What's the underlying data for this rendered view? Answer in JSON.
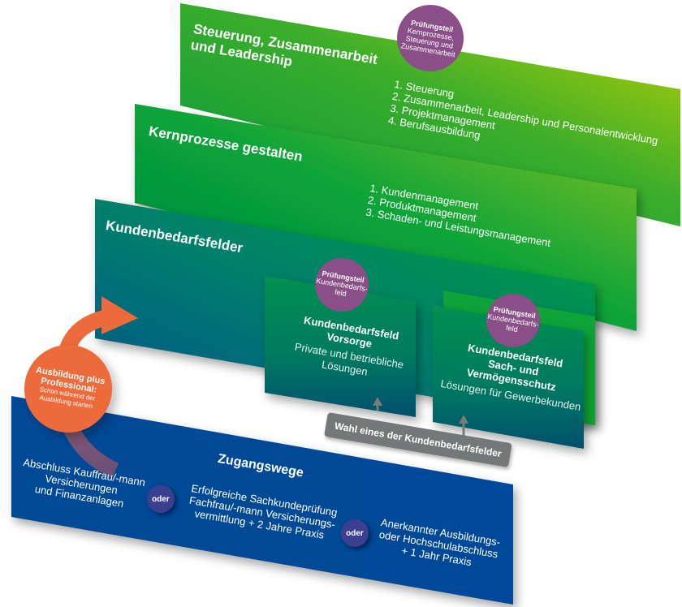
{
  "panels": {
    "steuerung": {
      "title_line1": "Steuerung, Zusammenarbeit",
      "title_line2": "und Leadership",
      "items": [
        "1. Steuerung",
        "2. Zusammenarbeit, Leadership und Personalentwicklung",
        "3. Projektmanagement",
        "4. Berufsausbildung"
      ],
      "badge": {
        "heading": "Prüfungsteil",
        "line1": "Kernprozesse,",
        "line2": "Steuerung und",
        "line3": "Zusammenarbeit"
      }
    },
    "kernprozesse": {
      "title": "Kernprozesse gestalten",
      "items": [
        "1. Kundenmanagement",
        "2. Produktmanagement",
        "3. Schaden- und Leistungsmanagement"
      ]
    },
    "kundenbedarfsfelder": {
      "title": "Kundenbedarfsfelder",
      "cards": [
        {
          "badge": {
            "heading": "Prüfungsteil",
            "line1": "Kundenbedarfs-",
            "line2": "feld"
          },
          "title_line1": "Kundenbedarfsfeld",
          "title_line2": "Vorsorge",
          "sub_line1": "Private und betriebliche",
          "sub_line2": "Lösungen"
        },
        {
          "badge": {
            "heading": "Prüfungsteil",
            "line1": "Kundenbedarfs-",
            "line2": "feld"
          },
          "title_line1": "Kundenbedarfsfeld",
          "title_line2": "Sach- und",
          "title_line3": "Vermögensschutz",
          "sub_line1": "Lösungen für Gewerbekunden"
        }
      ],
      "selector_label": "Wahl eines der Kundenbedarfsfelder"
    },
    "zugangswege": {
      "title": "Zugangswege",
      "paths": [
        {
          "line1": "Abschluss Kauffrau/-mann",
          "line2": "Versicherungen",
          "line3": "und Finanzanlagen"
        },
        {
          "line1": "Erfolgreiche Sachkundeprüfung",
          "line2": "Fachfrau/-mann Versicherungs-",
          "line3": "vermittlung + 2 Jahre Praxis"
        },
        {
          "line1": "Anerkannter Ausbildungs-",
          "line2": "oder Hochschulabschluss",
          "line3": "+ 1 Jahr Praxis"
        }
      ],
      "connector": "oder"
    }
  },
  "callout": {
    "heading_line1": "Ausbildung plus",
    "heading_line2": "Professional:",
    "sub_line1": "Schon während der",
    "sub_line2": "Ausbildung starten"
  },
  "colors": {
    "green_light": "#c3d400",
    "green_mid": "#3aab2a",
    "green_dark": "#009a3e",
    "teal": "#00705a",
    "blue": "#004a97",
    "purple_badge": "#8a4f88",
    "orange": "#ed6a3a",
    "gray_selector": "#757878",
    "oder_circle": "#3c3f8f"
  }
}
